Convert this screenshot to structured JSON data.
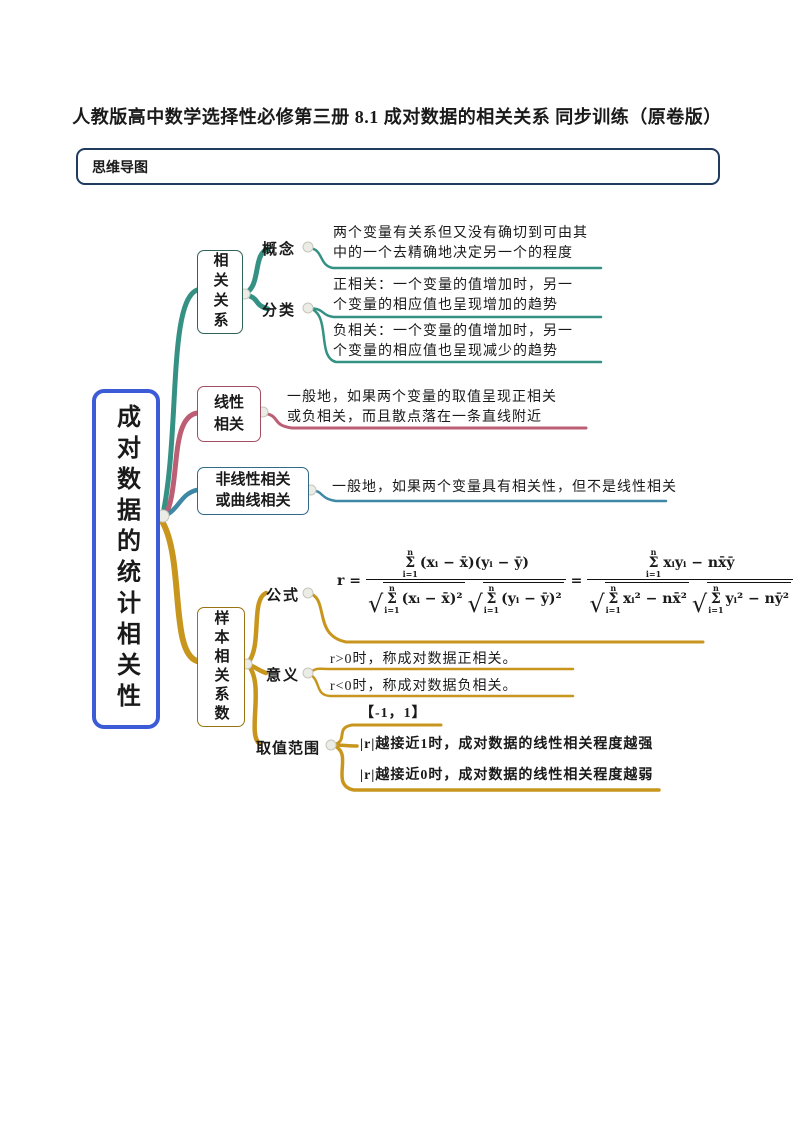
{
  "page": {
    "title": "人教版高中数学选择性必修第三册 8.1 成对数据的相关关系 同步训练（原卷版）"
  },
  "section": {
    "label": "思维导图"
  },
  "colors": {
    "root_border": "#3c5cd7",
    "branch_teal": "#359183",
    "branch_pink": "#bc5f74",
    "branch_blue": "#3e88a5",
    "branch_gold": "#c8961d",
    "section_border": "#1f3b5e"
  },
  "mindmap": {
    "root": "成对数据的统计相关性",
    "relation": {
      "title": "相关关系",
      "concept_label": "概念",
      "concept_l1": "两个变量有关系但又没有确切到可由其",
      "concept_l2": "中的一个去精确地决定另一个的程度",
      "class_label": "分类",
      "pos_l1": "正相关：一个变量的值增加时，另一",
      "pos_l2": "个变量的相应值也呈现增加的趋势",
      "neg_l1": "负相关：一个变量的值增加时，另一",
      "neg_l2": "个变量的相应值也呈现减少的趋势"
    },
    "linear": {
      "title_l1": "线性",
      "title_l2": "相关",
      "text_l1": "一般地，如果两个变量的取值呈现正相关",
      "text_l2": "或负相关，而且散点落在一条直线附近"
    },
    "nonlinear": {
      "title_l1": "非线性相关",
      "title_l2": "或曲线相关",
      "text": "一般地，如果两个变量具有相关性，但不是线性相关"
    },
    "sample": {
      "title": "样本相关系数",
      "formula_label": "公式",
      "meaning_label": "意义",
      "meaning_pos": "r>0时，称成对数据正相关。",
      "meaning_neg": "r<0时，称成对数据负相关。",
      "range_label": "取值范围",
      "range_interval": "【-1，1】",
      "range_strong": "|r|越接近1时，成对数据的线性相关程度越强",
      "range_weak": "|r|越接近0时，成对数据的线性相关程度越弱"
    },
    "formula": {
      "lhs": "r =",
      "eq2": "=",
      "sigma": {
        "sup": "n",
        "sym": "Σ",
        "sub": "i=1"
      },
      "f1": {
        "num": "(xᵢ − x̄)(yᵢ − ȳ)",
        "den_a": "(xᵢ − x̄)²",
        "den_b": "(yᵢ − ȳ)²"
      },
      "f2": {
        "num": "xᵢyᵢ − nx̄ȳ",
        "den_a": "xᵢ² − nx̄²",
        "den_b": "yᵢ² − nȳ²"
      }
    }
  }
}
